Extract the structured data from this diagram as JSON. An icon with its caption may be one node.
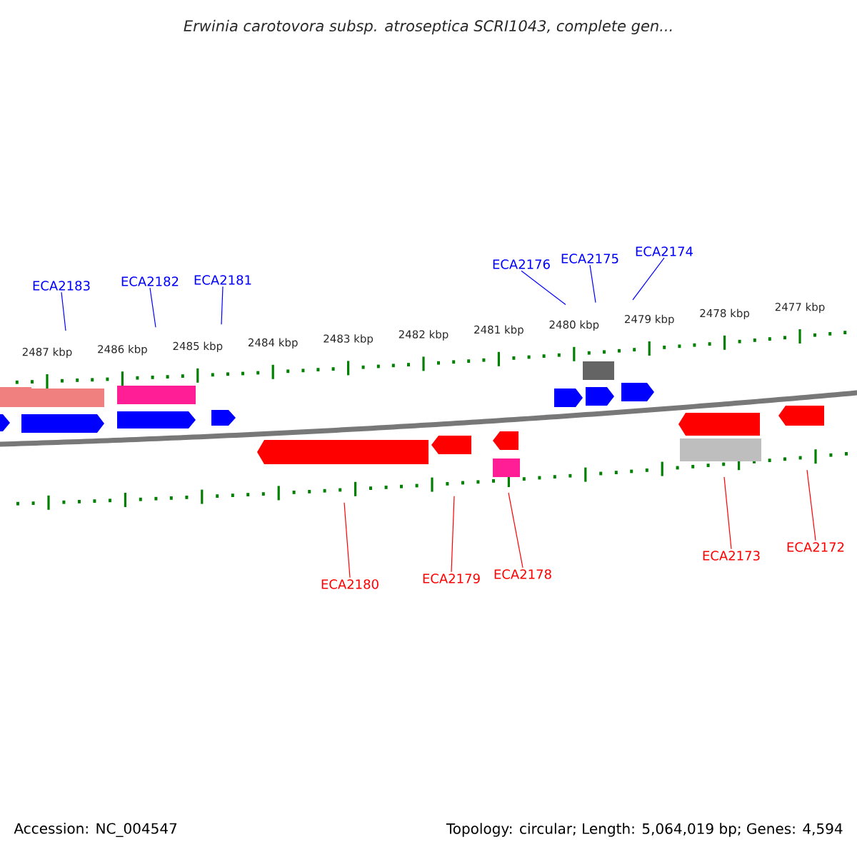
{
  "diagram": {
    "title": "Erwinia carotovora subsp. atroseptica SCRI1043, complete gen...",
    "nodes": [
      {
        "text": [
          "ECA2183"
        ]
      },
      {
        "text": [
          "ECA2182"
        ]
      },
      {
        "text": [
          "ECA2181"
        ]
      },
      {
        "text": [
          "ECA2176"
        ]
      },
      {
        "text": [
          "ECA2175"
        ]
      },
      {
        "text": [
          "ECA2174"
        ]
      },
      {
        "text": [
          "ECA2180"
        ]
      },
      {
        "text": [
          "ECA2179"
        ]
      },
      {
        "text": [
          "ECA2178"
        ]
      },
      {
        "text": [
          "ECA2173"
        ]
      },
      {
        "text": [
          "ECA2172"
        ]
      }
    ],
    "edges": [
      {
        "from": 0,
        "to": null,
        "arrow": "none",
        "color": "#0000ff"
      },
      {
        "from": 1,
        "to": null,
        "arrow": "none",
        "color": "#0000ff"
      },
      {
        "from": 2,
        "to": null,
        "arrow": "none",
        "color": "#0000ff"
      },
      {
        "from": 3,
        "to": null,
        "arrow": "none",
        "color": "#0000ff"
      },
      {
        "from": 4,
        "to": null,
        "arrow": "none",
        "color": "#0000ff"
      },
      {
        "from": 5,
        "to": null,
        "arrow": "none",
        "color": "#0000ff"
      },
      {
        "from": 6,
        "to": null,
        "arrow": "none",
        "color": "#ff0000"
      },
      {
        "from": 7,
        "to": null,
        "arrow": "none",
        "color": "#ff0000"
      },
      {
        "from": 8,
        "to": null,
        "arrow": "none",
        "color": "#ff0000"
      },
      {
        "from": 9,
        "to": null,
        "arrow": "none",
        "color": "#ff0000"
      },
      {
        "from": 10,
        "to": null,
        "arrow": "none",
        "color": "#ff0000"
      }
    ],
    "labels": [
      "2487 kbp",
      "2486 kbp",
      "2485 kbp",
      "2484 kbp",
      "2483 kbp",
      "2482 kbp",
      "2481 kbp",
      "2480 kbp",
      "2479 kbp",
      "2478 kbp",
      "2477 kbp",
      "Accession: NC_004547",
      "Topology: circular; Length: 5,064,019 bp; Genes: 4,594"
    ]
  }
}
